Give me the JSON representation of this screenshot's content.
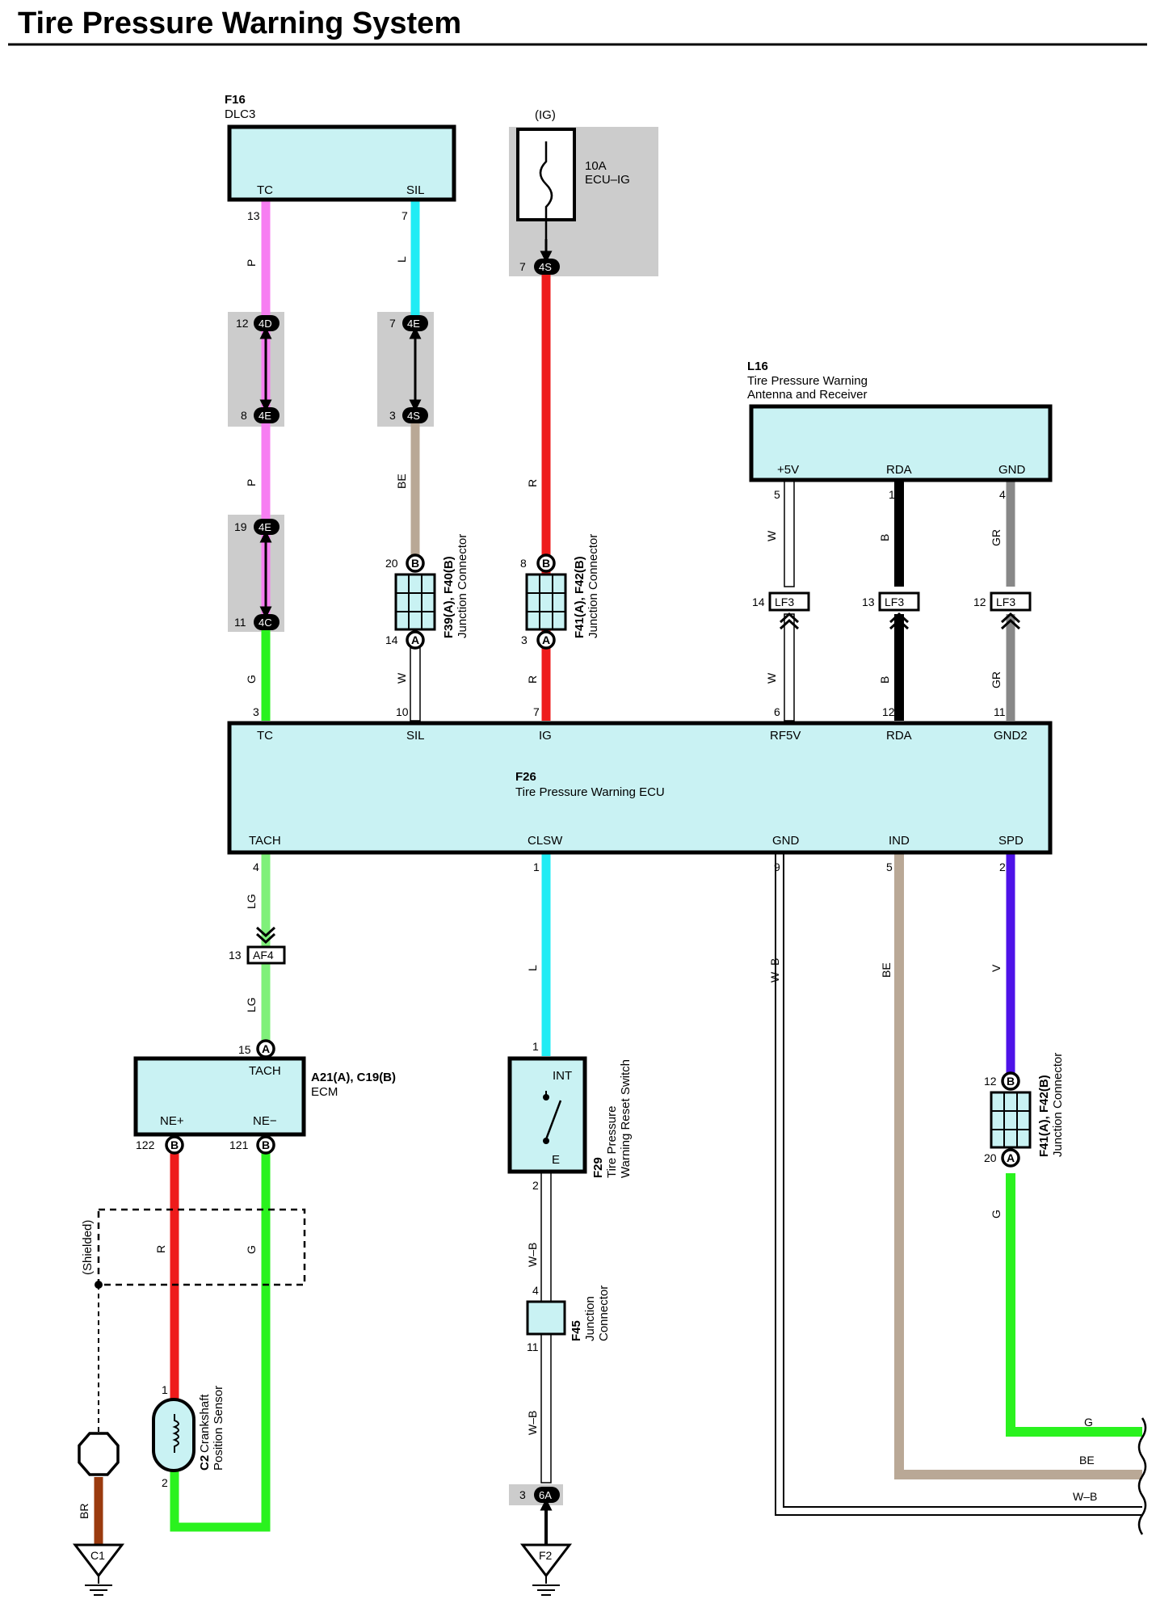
{
  "title": "Tire Pressure Warning System",
  "colors": {
    "P": "#f77ef2",
    "L": "#20ecf4",
    "R": "#ee1b1b",
    "BE": "#b9a896",
    "G": "#2af21e",
    "LG": "#7ff07a",
    "B": "#000000",
    "GR": "#888888",
    "V": "#4d12e8",
    "W": "#ffffff",
    "W-B": "#ffffff",
    "BR": "#9a3a0e",
    "component_fill": "#c9f2f3",
    "shade": "#cccccc"
  },
  "components": {
    "dlc3": {
      "code": "F16",
      "name": "DLC3",
      "pins": {
        "tc": "TC",
        "sil": "SIL"
      }
    },
    "fuse": {
      "tag": "(IG)",
      "rating": "10A",
      "name": "ECU–IG"
    },
    "receiver": {
      "code": "L16",
      "name_line1": "Tire Pressure Warning",
      "name_line2": "Antenna and Receiver",
      "pins": {
        "p5v": "+5V",
        "rda": "RDA",
        "gnd": "GND"
      }
    },
    "ecu": {
      "code": "F26",
      "name": "Tire Pressure Warning ECU",
      "top_pins": {
        "tc": "TC",
        "sil": "SIL",
        "ig": "IG",
        "rf5v": "RF5V",
        "rda": "RDA",
        "gnd2": "GND2"
      },
      "bottom_pins": {
        "tach": "TACH",
        "clsw": "CLSW",
        "gnd": "GND",
        "ind": "IND",
        "spd": "SPD"
      }
    },
    "ecm": {
      "code": "A21(A), C19(B)",
      "name": "ECM",
      "pins": {
        "tach": "TACH",
        "nep": "NE+",
        "nem": "NE−"
      }
    },
    "switch": {
      "code": "F29",
      "name_line1": "Tire Pressure",
      "name_line2": "Warning Reset Switch",
      "pins": {
        "int": "INT",
        "e": "E"
      }
    },
    "crank": {
      "code": "C2",
      "name_line1": "Crankshaft",
      "name_line2": "Position Sensor"
    },
    "jc_f39": {
      "code": "F39(A), F40(B)",
      "name": "Junction Connector"
    },
    "jc_f41a": {
      "code": "F41(A), F42(B)",
      "name": "Junction Connector"
    },
    "jc_f41b": {
      "code": "F41(A), F42(B)",
      "name": "Junction Connector"
    },
    "jc_f45": {
      "code": "F45",
      "name_line1": "Junction",
      "name_line2": "Connector"
    },
    "shielded": "(Shielded)",
    "ground_c1": "C1",
    "ground_f2": "F2"
  },
  "connectors": {
    "c4D": "4D",
    "c4E_a": "4E",
    "c4E_b": "4E",
    "c4E_c": "4E",
    "c4C": "4C",
    "c4S_a": "4S",
    "c4S_b": "4S",
    "cB": "B",
    "cA": "A",
    "cLF3": "LF3",
    "cAF4": "AF4",
    "c6A": "6A"
  },
  "pins": {
    "tc13": "13",
    "sil7": "7",
    "p12": "12",
    "p8": "8",
    "p19": "19",
    "p11": "11",
    "p7b": "7",
    "p3": "3",
    "p20": "20",
    "p14": "14",
    "fuse7": "7",
    "p8r": "8",
    "p3r": "3",
    "ecu3": "3",
    "ecu10": "10",
    "ecu7": "7",
    "ecu6": "6",
    "ecu12": "12",
    "ecu11": "11",
    "rx5": "5",
    "rx1": "1",
    "rx4": "4",
    "lf14": "14",
    "lf13": "13",
    "lf12": "12",
    "ecu4": "4",
    "ecu1": "1",
    "ecu9": "9",
    "ecu5": "5",
    "ecu2": "2",
    "af13": "13",
    "ecm15": "15",
    "ecm122": "122",
    "ecm121": "121",
    "sw1": "1",
    "sw2": "2",
    "jc4": "4",
    "jc11": "11",
    "g3": "3",
    "cr1": "1",
    "cr2": "2",
    "spd12": "12",
    "spd20": "20"
  },
  "wires": {
    "P": "P",
    "L": "L",
    "R": "R",
    "BE": "BE",
    "G": "G",
    "W": "W",
    "B": "B",
    "GR": "GR",
    "LG": "LG",
    "V": "V",
    "WB": "W–B",
    "BR": "BR"
  },
  "continuation": {
    "g": "G",
    "be": "BE",
    "wb": "W–B"
  }
}
